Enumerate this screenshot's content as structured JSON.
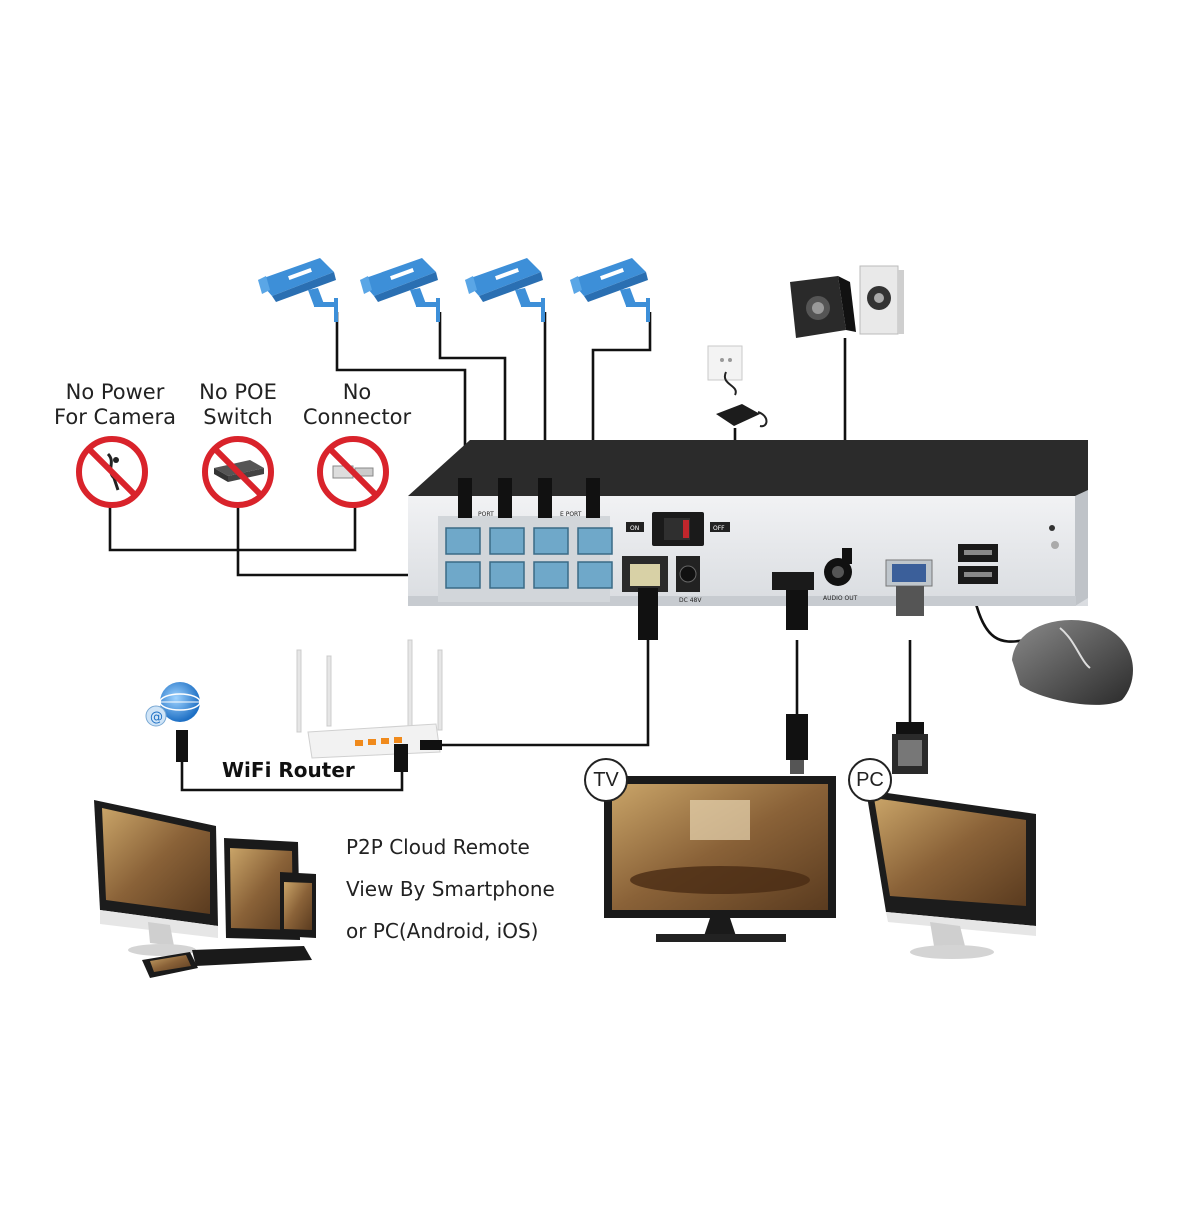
{
  "labels": {
    "no_power": [
      "No Power",
      "For Camera"
    ],
    "no_poe": [
      "No POE",
      "Switch"
    ],
    "no_connector": [
      "No",
      "Connector"
    ],
    "wifi_router": "WiFi Router",
    "p2p": [
      "P2P Cloud Remote",
      "View By Smartphone",
      "or PC(Android, iOS)"
    ],
    "tv": "TV",
    "pc": "PC"
  },
  "nvr_panel": {
    "port_label_left": "PORT",
    "port_label_right": "E PORT",
    "on": "ON",
    "off": "OFF",
    "dc": "DC 48V",
    "audio_out": "AUDIO OUT"
  },
  "colors": {
    "camera_blue": "#3d8fd8",
    "port_blue": "#6fa8c9",
    "prohibit_red": "#d9232b",
    "cable": "#111111",
    "nvr_top": "#2b2b2b",
    "nvr_front": "#e9ebee"
  },
  "icons": [
    "camera-icon",
    "prohibition-icon",
    "speaker-icon",
    "power-adapter-icon",
    "mouse-icon",
    "router-icon",
    "globe-icon",
    "monitor-icon",
    "tablet-icon",
    "phone-icon",
    "hdmi-plug-icon",
    "vga-plug-icon"
  ]
}
